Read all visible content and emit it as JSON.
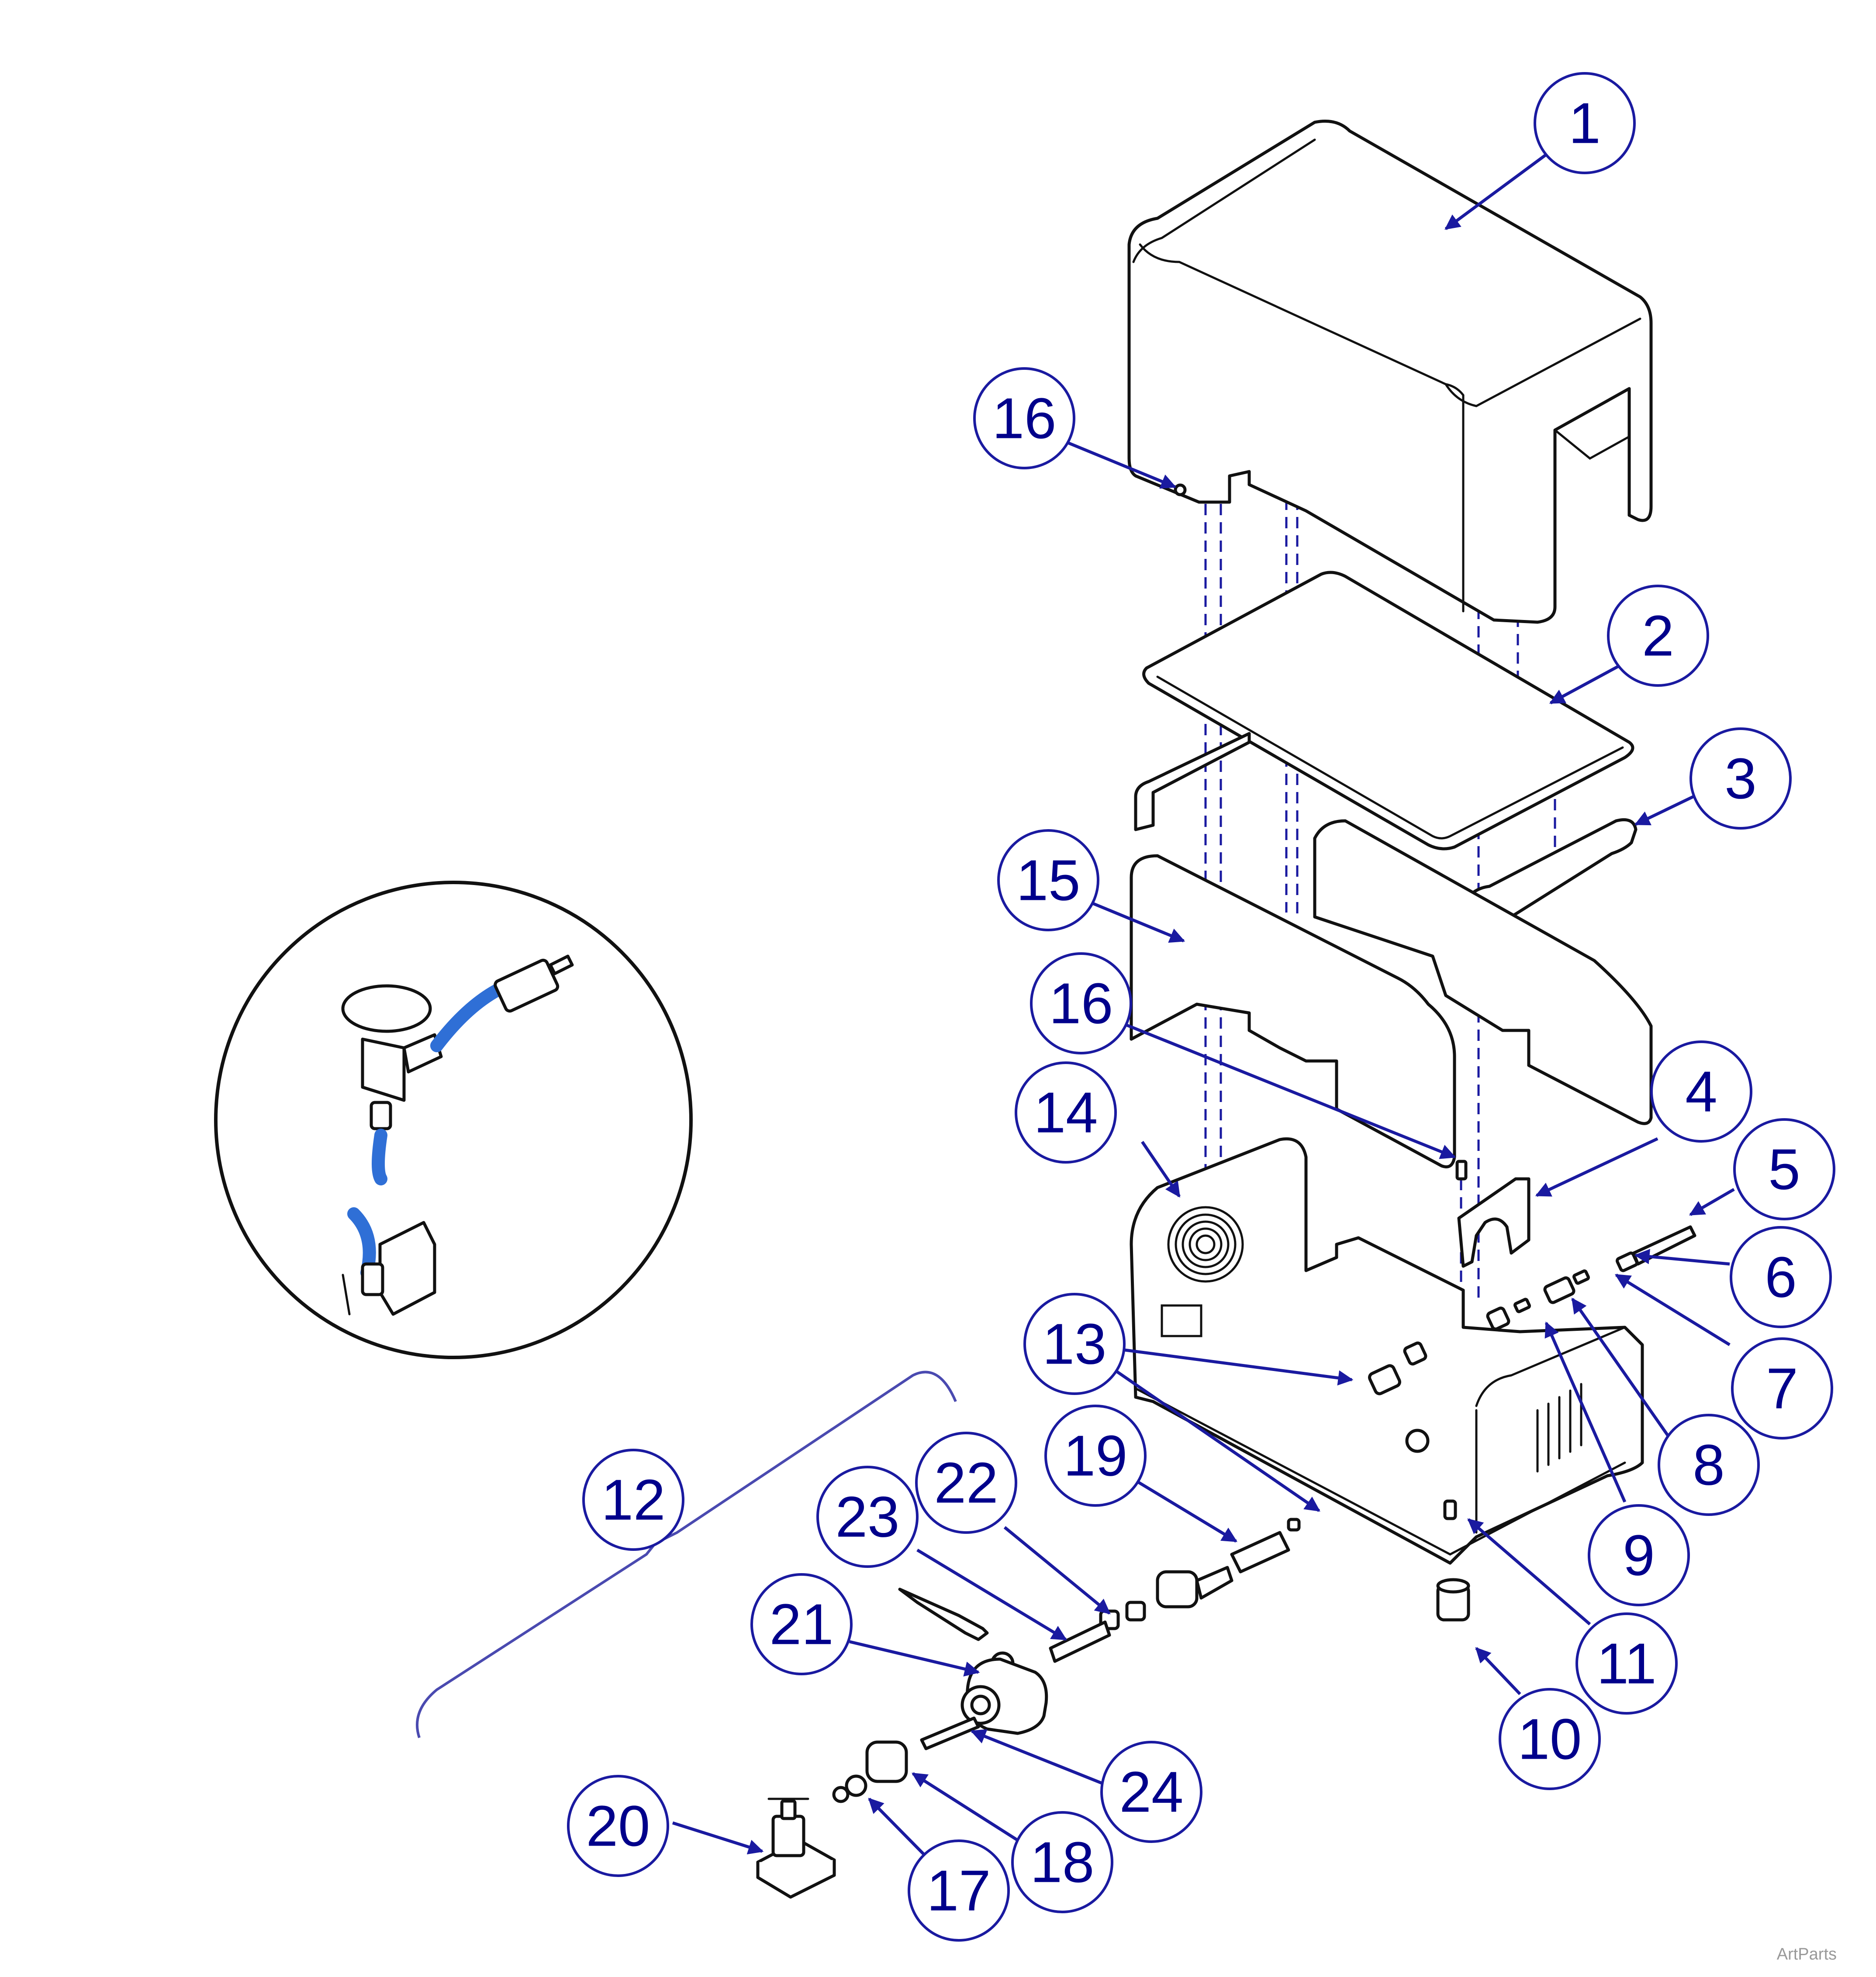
{
  "colors": {
    "callout": "#1a1aa0",
    "callout_text": "#00008b",
    "line": "#111111",
    "tube": "#2f6fd6",
    "watermark": "#999999"
  },
  "callouts": [
    {
      "id": "c1",
      "label": "1"
    },
    {
      "id": "c2",
      "label": "2"
    },
    {
      "id": "c3",
      "label": "3"
    },
    {
      "id": "c4",
      "label": "4"
    },
    {
      "id": "c5",
      "label": "5"
    },
    {
      "id": "c6",
      "label": "6"
    },
    {
      "id": "c7",
      "label": "7"
    },
    {
      "id": "c8",
      "label": "8"
    },
    {
      "id": "c9",
      "label": "9"
    },
    {
      "id": "c10",
      "label": "10"
    },
    {
      "id": "c11",
      "label": "11"
    },
    {
      "id": "c12",
      "label": "12"
    },
    {
      "id": "c13",
      "label": "13"
    },
    {
      "id": "c14",
      "label": "14"
    },
    {
      "id": "c15",
      "label": "15"
    },
    {
      "id": "c16a",
      "label": "16"
    },
    {
      "id": "c16b",
      "label": "16"
    },
    {
      "id": "c17",
      "label": "17"
    },
    {
      "id": "c18",
      "label": "18"
    },
    {
      "id": "c19",
      "label": "19"
    },
    {
      "id": "c20",
      "label": "20"
    },
    {
      "id": "c21",
      "label": "21"
    },
    {
      "id": "c22",
      "label": "22"
    },
    {
      "id": "c23",
      "label": "23"
    },
    {
      "id": "c24",
      "label": "24"
    }
  ],
  "watermark": "ArtParts"
}
